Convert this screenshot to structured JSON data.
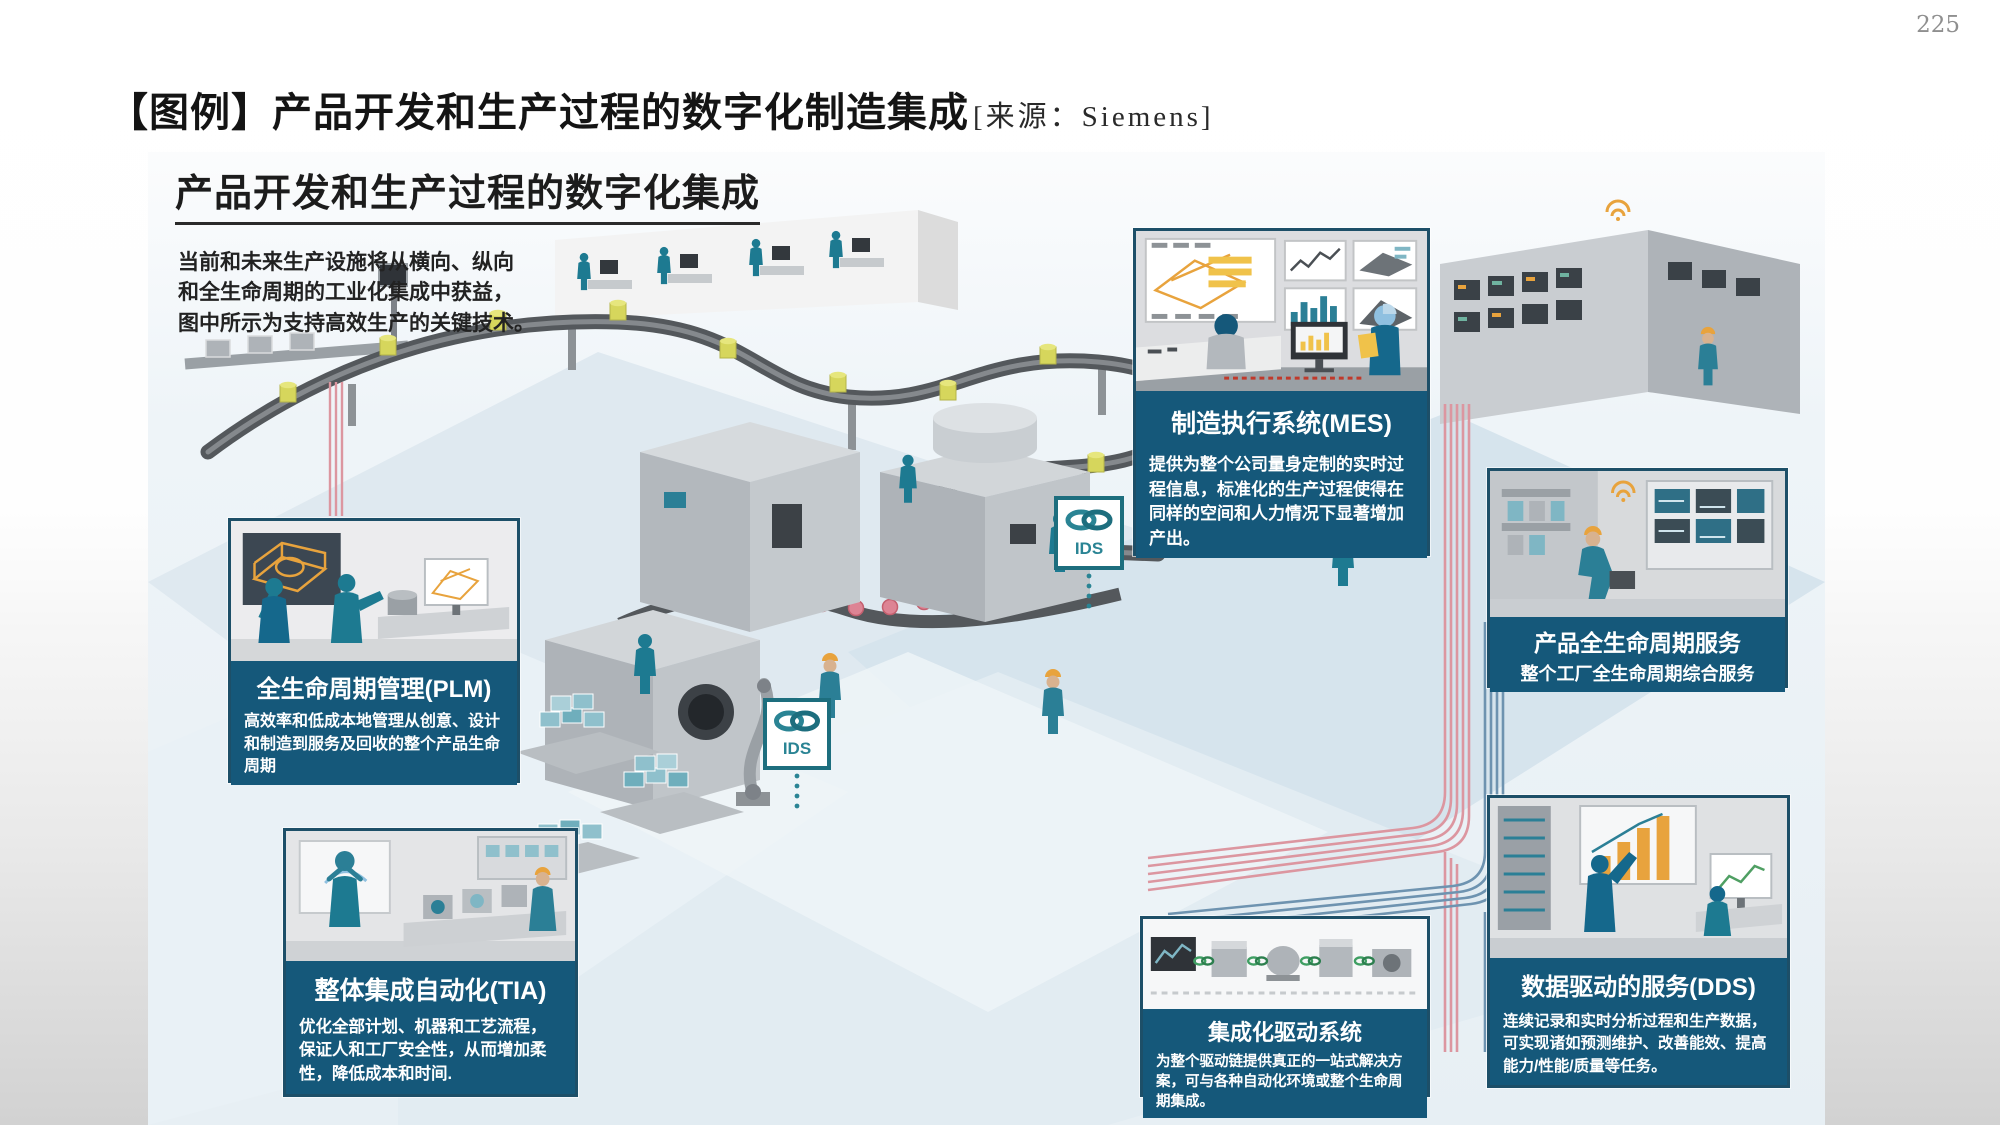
{
  "page": {
    "number": "225"
  },
  "header": {
    "title": "【图例】产品开发和生产过程的数字化制造集成",
    "source": "[来源：Siemens]"
  },
  "diagram": {
    "title": "产品开发和生产过程的数字化集成",
    "description_lines": [
      "当前和未来生产设施将从横向、纵向",
      "和全生命周期的工业化集成中获益，",
      "图中所示为支持高效生产的关键技术。"
    ],
    "ids_badge_label": "IDS",
    "callouts": {
      "mes": {
        "title": "制造执行系统(MES)",
        "body": "提供为整个公司量身定制的实时过程信息，标准化的生产过程使得在同样的空间和人力情况下显著增加产出。"
      },
      "plm": {
        "title": "全生命周期管理(PLM)",
        "body": "高效率和低成本地管理从创意、设计和制造到服务及回收的整个产品生命周期"
      },
      "lifecycle_services": {
        "title": "产品全生命周期服务",
        "subtitle": "整个工厂全生命周期综合服务"
      },
      "tia": {
        "title": "整体集成自动化(TIA)",
        "body": "优化全部计划、机器和工艺流程，保证人和工厂安全性，从而增加柔性，降低成本和时间."
      },
      "drive": {
        "title": "集成化驱动系统",
        "body": "为整个驱动链提供真正的一站式解决方案，可与各种自动化环境或整个生命周期集成。"
      },
      "dds": {
        "title": "数据驱动的服务(DDS)",
        "body": "连续记录和实时分析过程和生产数据，可实现诸如预测维护、改善能效、提高能力/性能/质量等任务。"
      }
    },
    "colors": {
      "panel_teal": "#15587a",
      "person_teal": "#1d7a91",
      "pipe_red": "#dc96a0",
      "pipe_blue": "#6e93b0",
      "canister_yellow": "#d6d65c",
      "accent_orange": "#e8a33d",
      "machine_gray": "#b3b8bd",
      "scene_bg": "#e7eff4"
    }
  }
}
